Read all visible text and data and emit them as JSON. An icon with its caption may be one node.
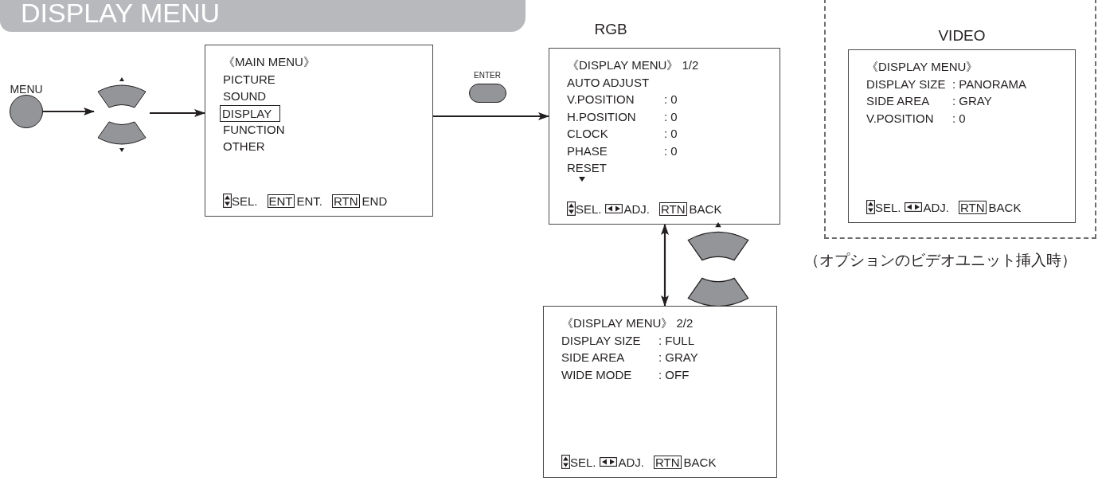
{
  "diagram": {
    "title": "DISPLAY MENU",
    "nodes": [
      {
        "text": [
          "MENU"
        ]
      },
      {
        "text": [],
        "shape": "picture"
      },
      {
        "text": [
          "《MAIN MENU》",
          "PICTURE",
          "SOUND",
          "DISPLAY",
          "FUNCTION",
          "OTHER",
          "SEL.",
          "ENT",
          "ENT.",
          "RTN",
          "END"
        ]
      },
      {
        "text": [
          "ENTER"
        ]
      },
      {
        "text": [
          "RGB",
          "《DISPLAY MENU》 1/2",
          "AUTO ADJUST",
          "V.POSITION",
          ": 0",
          "H.POSITION",
          ": 0",
          "CLOCK",
          ": 0",
          "PHASE",
          ": 0",
          "RESET",
          "SEL.",
          "ADJ.",
          "RTN",
          "BACK"
        ]
      },
      {
        "text": [],
        "shape": "picture"
      },
      {
        "text": [
          "《DISPLAY MENU》 2/2",
          "DISPLAY SIZE",
          ": FULL",
          "SIDE AREA",
          ": GRAY",
          "WIDE MODE",
          ": OFF",
          "SEL.",
          "ADJ.",
          "RTN",
          "BACK"
        ]
      },
      {
        "text": [
          "VIDEO"
        ],
        "beside": [
          "（オプションのビデオユニット挿入時）"
        ]
      },
      {
        "text": [
          "《DISPLAY MENU》",
          "DISPLAY SIZE",
          ": PANORAMA",
          "SIDE AREA",
          ": GRAY",
          "V.POSITION",
          ": 0",
          "SEL.",
          "ADJ.",
          "RTN",
          "BACK"
        ],
        "in": 7
      }
    ],
    "edges": [
      {
        "from": 0,
        "to": 1,
        "arrow": "to"
      },
      {
        "from": 1,
        "to": 2,
        "arrow": "to"
      },
      {
        "from": 2,
        "to": 4,
        "arrow": "to"
      },
      {
        "from": 4,
        "to": 6,
        "arrow": "both"
      }
    ]
  }
}
